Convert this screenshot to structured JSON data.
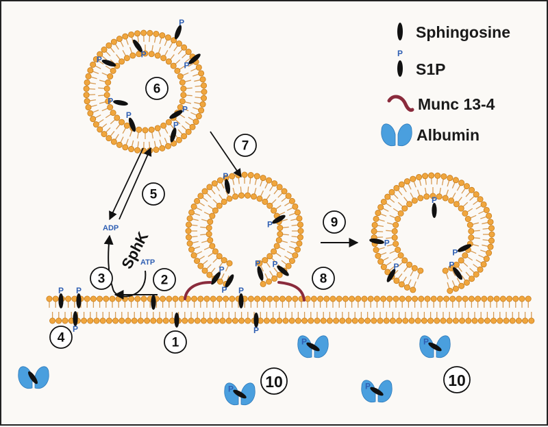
{
  "legend": {
    "sphingosine": "Sphingosine",
    "s1p": "S1P",
    "munc": "Munc 13-4",
    "albumin": "Albumin",
    "phosphate_letter": "P"
  },
  "enzyme": {
    "name": "SphK",
    "adp": "ADP",
    "atp": "ATP"
  },
  "steps": [
    "1",
    "2",
    "3",
    "4",
    "5",
    "6",
    "7",
    "8",
    "9",
    "10",
    "10"
  ],
  "colors": {
    "lipid_head": "#f0a63e",
    "lipid_head_stroke": "#c57a18",
    "lipid_tail": "#d79a52",
    "sphingosine": "#111111",
    "phosphate": "#2f5fb3",
    "munc": "#8a2b3c",
    "albumin": "#4a9fde",
    "albumin_stroke": "#2b77b8"
  }
}
